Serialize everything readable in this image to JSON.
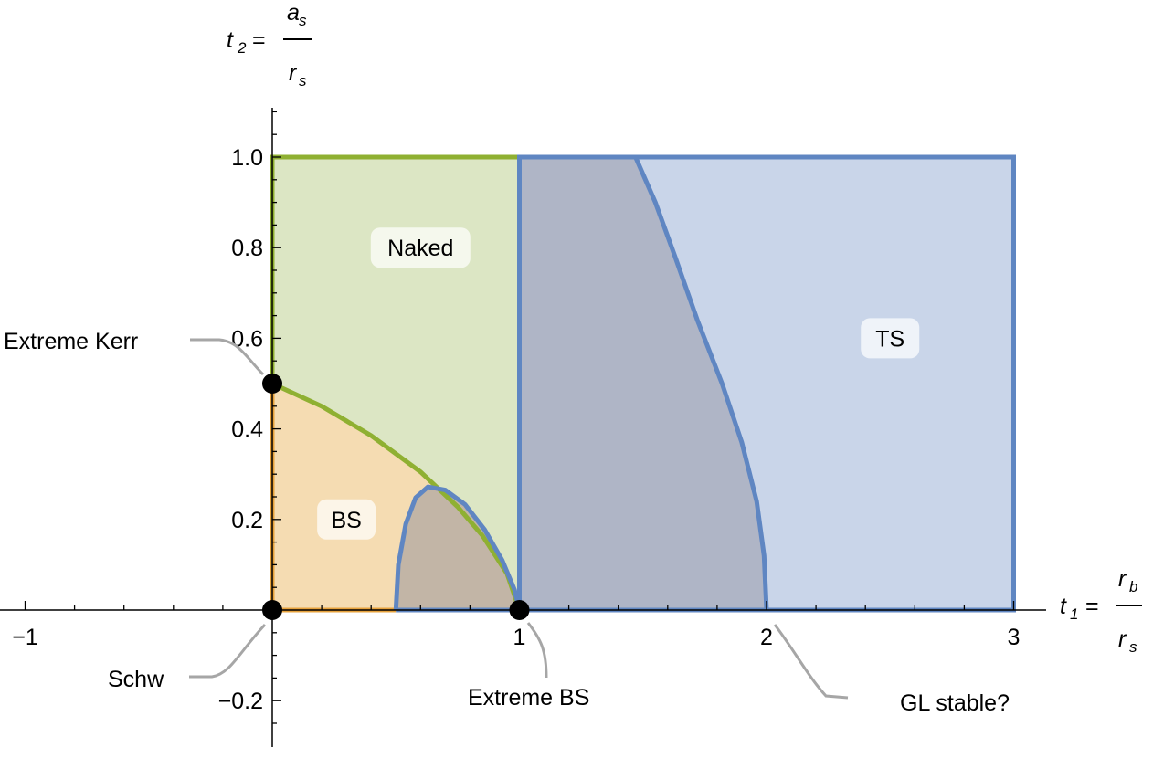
{
  "chart_data": {
    "type": "region-diagram",
    "x_axis": {
      "label": {
        "var": "t",
        "sub": "1",
        "eq": "=",
        "num": "r",
        "num_sub": "b",
        "den": "r",
        "den_sub": "s"
      },
      "range": [
        -1.1,
        3.15
      ],
      "ticks": [
        {
          "value": -1,
          "label": "−1"
        },
        {
          "value": 1,
          "label": "1"
        },
        {
          "value": 2,
          "label": "2"
        },
        {
          "value": 3,
          "label": "3"
        }
      ],
      "minor_step": 0.2
    },
    "y_axis": {
      "label": {
        "var": "t",
        "sub": "2",
        "eq": "=",
        "num": "a",
        "num_sub": "s",
        "den": "r",
        "den_sub": "s"
      },
      "range": [
        -0.3,
        1.1
      ],
      "ticks": [
        {
          "value": -0.2,
          "label": "−0.2"
        },
        {
          "value": 0.2,
          "label": "0.2"
        },
        {
          "value": 0.4,
          "label": "0.4"
        },
        {
          "value": 0.6,
          "label": "0.6"
        },
        {
          "value": 0.8,
          "label": "0.8"
        },
        {
          "value": 1.0,
          "label": "1.0"
        }
      ],
      "minor_step": 0.05
    },
    "colors": {
      "green_fill": "#dce6c4",
      "green_line": "#8fb032",
      "orange_fill": "#f5dcb2",
      "orange_line": "#e6a23c",
      "blue_fill": "#c9d5e9",
      "blue_line": "#5f86c2",
      "overlap_fill": "#afb5c6",
      "overlap_small_fill": "#c2b5a6",
      "label_bg": "#ffffff"
    },
    "regions": [
      {
        "name": "Naked",
        "label": "Naked",
        "label_at": [
          0.6,
          0.8
        ]
      },
      {
        "name": "BS",
        "label": "BS",
        "label_at": [
          0.3,
          0.2
        ]
      },
      {
        "name": "TS",
        "label": "TS",
        "label_at": [
          2.5,
          0.6
        ]
      }
    ],
    "curves": {
      "bs_naked_boundary": [
        [
          0,
          0.5
        ],
        [
          0.2,
          0.45
        ],
        [
          0.4,
          0.385
        ],
        [
          0.6,
          0.305
        ],
        [
          0.75,
          0.228
        ],
        [
          0.85,
          0.165
        ],
        [
          0.95,
          0.08
        ],
        [
          1.0,
          0.0
        ]
      ],
      "small_ts_lobe": [
        [
          0.5,
          0.0
        ],
        [
          0.51,
          0.1
        ],
        [
          0.54,
          0.19
        ],
        [
          0.58,
          0.248
        ],
        [
          0.63,
          0.272
        ],
        [
          0.7,
          0.265
        ],
        [
          0.78,
          0.233
        ],
        [
          0.86,
          0.177
        ],
        [
          0.93,
          0.11
        ],
        [
          0.98,
          0.045
        ],
        [
          1.0,
          0.0
        ]
      ],
      "gl_boundary": [
        [
          1.47,
          1.0
        ],
        [
          1.55,
          0.9
        ],
        [
          1.63,
          0.78
        ],
        [
          1.72,
          0.64
        ],
        [
          1.82,
          0.5
        ],
        [
          1.9,
          0.37
        ],
        [
          1.96,
          0.24
        ],
        [
          1.99,
          0.12
        ],
        [
          2.0,
          0.0
        ]
      ]
    },
    "points": [
      {
        "name": "Schw",
        "x": 0,
        "y": 0
      },
      {
        "name": "Extreme Kerr",
        "x": 0,
        "y": 0.5
      },
      {
        "name": "Extreme BS",
        "x": 1,
        "y": 0
      }
    ],
    "callouts": [
      {
        "label": "Extreme Kerr",
        "anchor": [
          0,
          0.5
        ]
      },
      {
        "label": "Schw",
        "anchor": [
          0,
          0
        ]
      },
      {
        "label": "Extreme BS",
        "anchor": [
          1,
          0
        ]
      },
      {
        "label": "GL stable?",
        "anchor": [
          2,
          0
        ]
      }
    ]
  }
}
